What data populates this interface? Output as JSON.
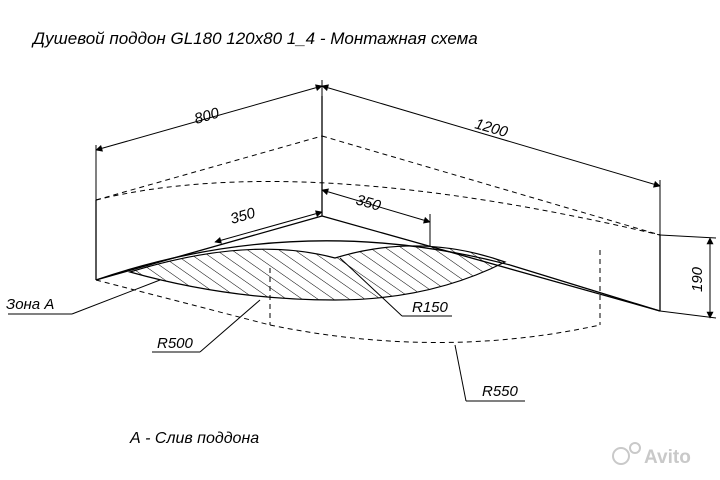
{
  "title": "Душевой поддон GL180 120x80 1_4 - Монтажная схема",
  "dimensions": {
    "width_800": "800",
    "length_1200": "1200",
    "height_190": "190",
    "offset_350_back": "350",
    "offset_350_side": "350"
  },
  "labels": {
    "zone": "Зона А",
    "r150": "R150",
    "r500": "R500",
    "r550": "R550"
  },
  "note": "А - Слив поддона",
  "watermark": "Avito",
  "colors": {
    "line": "#000000",
    "watermark": "#c9c9c9"
  }
}
